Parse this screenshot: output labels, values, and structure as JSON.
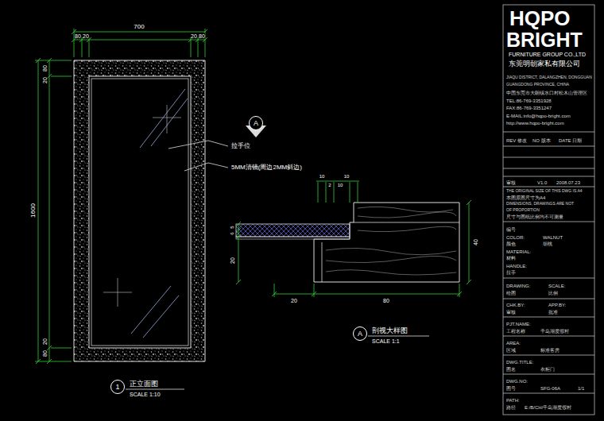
{
  "diagram": {
    "nodes": [
      {
        "text": [
          "A"
        ]
      },
      {
        "text": [
          "A"
        ]
      },
      {
        "text": [
          "1"
        ]
      }
    ],
    "labels": [
      "700",
      "80",
      "20",
      "20",
      "80",
      "80",
      "20",
      "1600",
      "20",
      "80",
      "拉手位",
      "5MM清镜(周边2MM斜边)",
      "10",
      "10",
      "2",
      "10",
      "5",
      "6",
      "20",
      "40",
      "20",
      "80",
      "剖视大样图",
      "SCALE 1:1",
      "正立面图",
      "SCALE 1:10",
      "HQPO",
      "BRIGHT",
      "FURNITURE GROUP CO.,LTD",
      "东莞明朝家私有限公司",
      "JIAQU DISTRICT, DALANGZHEN, DONGGUAN",
      "GUANGDONG PROVINCE, CHINA",
      "中国东莞市大朗镇水口村松木山管理区",
      "TEL:86-769-3351928",
      "FAX:86-769-3351247",
      "E-MAIL:info@hqpo-bright.com",
      "http://www.hqpo-bright.com",
      "REV 修改",
      "NO 版本",
      "DATE 日期",
      "审核",
      "V1.0",
      "2008.07.23",
      "THE ORIGINAL SIZE OF THIS DWG IS A4",
      "本图原图尺寸为A4",
      "DIMENSIONS, DRAWINGS ARE NOT",
      "OF PROPORTION",
      "尺寸与图纸比例均不可测量",
      "编号",
      "COLOR:",
      "WALNUT",
      "颜色",
      "胡桃",
      "MATERIAL:",
      "材料",
      "HANDLE:",
      "拉手",
      "DRAWING:",
      "SCALE:",
      "绘图",
      "比例",
      "CHK.BY:",
      "APP.BY:",
      "审核",
      "批准",
      "PJT.NAME:",
      "工程名称",
      "千岛湖度假村",
      "AREA:",
      "区域",
      "标准客房",
      "DWG.TITLE:",
      "图名",
      "衣柜门",
      "DWG.NO:",
      "图号",
      "SFG-06A",
      "1/1",
      "PATH:",
      "路径",
      "E:/B/CH/千岛湖度假村"
    ]
  }
}
